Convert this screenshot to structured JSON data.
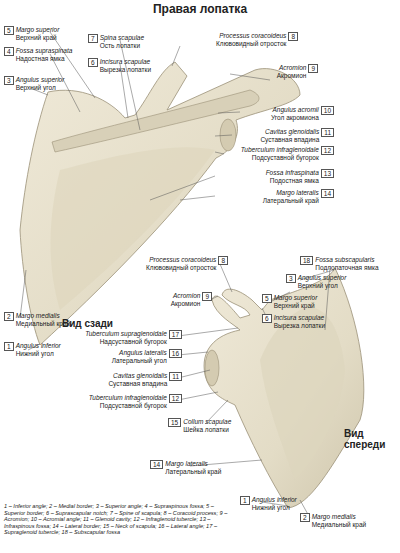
{
  "diagram": {
    "title": "Правая лопатка",
    "caption": "1 – Inferior angle; 2 – Medial border; 3 – Superior angle; 4 – Supraspinous fossa; 5 – Superior border; 6 – Suprascapular notch; 7 – Spine of scapula; 8 – Coracoid process; 9 – Acromion; 10 – Acromial angle; 11 – Glenoid cavity; 12 – Infraglenoid tubercle; 13 – Infraspinous fossa; 14 – Lateral border; 15 – Neck of scapula; 16 – Lateral angle; 17 – Supraglenoid tubercle; 18 – Subscapular fossa",
    "labels": [
      "5",
      "Margo superior",
      "Верхний край",
      "4",
      "Fossa supraspinata",
      "Надостная ямка",
      "3",
      "Angulus superior",
      "Верхний угол",
      "7",
      "Spina scapulae",
      "Ость лопатки",
      "6",
      "Incisura scapulae",
      "Вырезка лопатки",
      "8",
      "Processus coracoideus",
      "Клювовидный отросток",
      "9",
      "Acromion",
      "Акромион",
      "10",
      "Angulus acromii",
      "Угол акромиона",
      "11",
      "Cavitas glenoidalis",
      "Суставная впадина",
      "12",
      "Tuberculum infraglenoidale",
      "Подсуставной бугорок",
      "13",
      "Fossa infraspinata",
      "Подостная ямка",
      "14",
      "Margo lateralis",
      "Латеральный край",
      "2",
      "Margo medialis",
      "Медиальный край",
      "1",
      "Angulus inferior",
      "Нижний угол",
      "Вид сзади",
      "18",
      "Fossa subscapularis",
      "Подлопаточная ямка",
      "3",
      "Angulus superior",
      "Верхний угол",
      "8",
      "Processus coracoideus",
      "Клювовидный отросток",
      "5",
      "Margo superior",
      "Верхний край",
      "9",
      "Acromion",
      "Акромион",
      "6",
      "Incisura scapulae",
      "Вырезка лопатки",
      "17",
      "Tuberculum supraglenoidale",
      "Надсуставной бугорок",
      "16",
      "Angulus lateralis",
      "Латеральный угол",
      "11",
      "Cavitas glenoidalis",
      "Суставная впадина",
      "12",
      "Tuberculum infraglenoidale",
      "Подсуставной бугорок",
      "15",
      "Collum scapulae",
      "Шейка лопатки",
      "14",
      "Margo lateralis",
      "Латеральный край",
      "Вид спереди",
      "1",
      "Angulus inferior",
      "Нижний угол",
      "2",
      "Margo medialis",
      "Медиальный край"
    ]
  }
}
